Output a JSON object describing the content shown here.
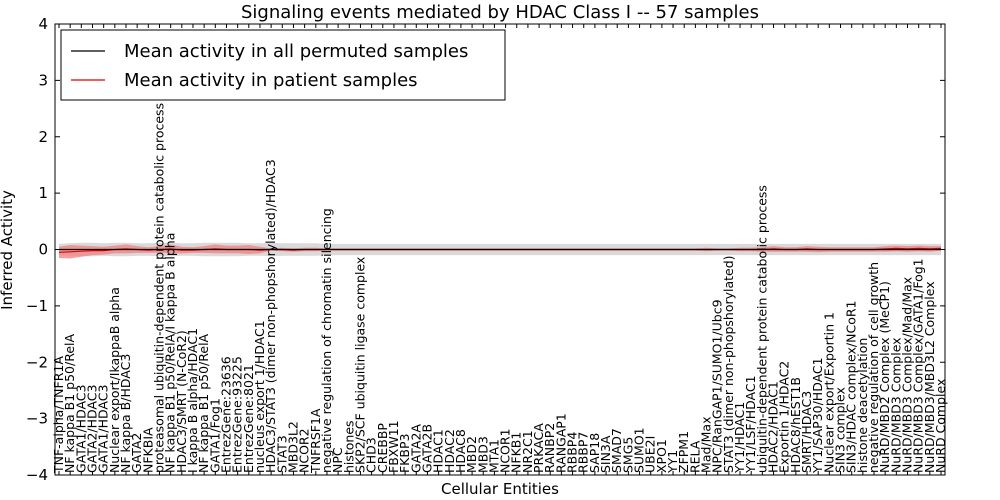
{
  "chart_data": {
    "type": "line",
    "title": "Signaling events mediated by HDAC Class I -- 57 samples",
    "xlabel": "Cellular Entities",
    "ylabel": "Inferred Activity",
    "ylim": [
      -4,
      4
    ],
    "yticks": [
      "−4",
      "−3",
      "−2",
      "−1",
      "0",
      "1",
      "2",
      "3",
      "4"
    ],
    "grid": false,
    "legend_position": "top-left",
    "colors": {
      "permuted_line": "#000000",
      "permuted_band": "#d3d3d3",
      "patient_line": "#e00000",
      "patient_band": "#f08080"
    },
    "categories": [
      "TNF-alpha/TNFR1A",
      "NF kappa B1 p50/RelA",
      "GATA1/HDAC3",
      "GATA2/HDAC3",
      "GATA1/HDAC3",
      "Nuclear export/IkappaB alpha",
      "NF kappa B/HDAC3",
      "GATA2",
      "NFKBIA",
      "proteasomal ubiquitin-dependent protein catabolic process",
      "NF kappa B1 p50/RelA/I kappa B alpha",
      "HDAC3/SMRT (N-CoR2)",
      "I kappa B alpha/HDAC1",
      "NF kappa B1 p50/RelA",
      "GATA1/Fog1",
      "EntrezGene:23636",
      "EntrezGene:93225",
      "EntrezGene:8021",
      "nucleus export 1/HDAC1",
      "HDAC3/STAT3 (dimer non-phopshorylated)/HDAC3",
      "STAT3",
      "MBD3L2",
      "NCOR2",
      "TNFRSF1A",
      "negative regulation of chromatin silencing",
      "NPC",
      "histones",
      "SKP2/SCF ubiquitin ligase complex",
      "CHD3",
      "CREBBP",
      "FBXW11",
      "FKBP3",
      "GATA2A",
      "GATA2B",
      "HDAC1",
      "HDAC2",
      "HDAC8",
      "MBD2",
      "MBD3",
      "MTA1",
      "NCOR1",
      "NFKB1",
      "NR2C1",
      "PRKACA",
      "RANBP2",
      "RANGAP1",
      "RBBP4",
      "RBBP7",
      "SAP18",
      "SIN3A",
      "SMAD7",
      "SMG5",
      "SUMO1",
      "UBE2I",
      "XPO1",
      "YY1",
      "ZFPM1",
      "RELA",
      "Mad/Max",
      "NPC/RanGAP1/SUMO1/Ubc9",
      "STAT3 (dimer non-phopshorylated)",
      "YY1/HDAC1",
      "YY1/LSF/HDAC1",
      "ubiquitin-dependent protein catabolic process",
      "HDAC2/HDAC1",
      "Exportin 1/HDAC2",
      "HDAC8/hEST1B",
      "SMRT/HDAC3",
      "YY1/SAP30/HDAC1",
      "Nuclear export/Exportin 1",
      "SIN3 complex",
      "SIN3/HDAC complex/NCoR1",
      "histone deacetylation",
      "negative regulation of cell growth",
      "NuRD/MBD2 Complex (MeCP1)",
      "NuRD/MBD3 Complex",
      "NuRD/MBD3 Complex/Mad/Max",
      "NuRD/MBD3 Complex/GATA1/Fog1",
      "NuRD/MBD3/MBD3L2 Complex",
      "NuRD Complex"
    ],
    "x": [
      0,
      0.6
    ],
    "series": [
      {
        "name": "Mean activity in all permuted samples",
        "values": [
          0,
          0,
          0,
          0,
          0,
          0,
          0,
          0,
          0,
          0,
          0,
          0,
          0,
          0,
          0,
          0,
          0,
          0,
          0,
          0,
          0,
          0,
          0,
          0,
          0,
          0,
          0,
          0,
          0,
          0,
          0,
          0,
          0,
          0,
          0,
          0,
          0,
          0,
          0,
          0,
          0,
          0,
          0,
          0,
          0,
          0,
          0,
          0,
          0,
          0,
          0,
          0,
          0,
          0,
          0,
          0,
          0,
          0,
          0,
          0,
          0,
          0,
          0,
          0,
          0,
          0,
          0,
          0,
          0,
          0,
          0,
          0,
          0,
          0,
          0,
          0,
          0,
          0,
          0,
          0
        ],
        "band": [
          0.1,
          0.11,
          0.12,
          0.12,
          0.11,
          0.12,
          0.12,
          0.11,
          0.11,
          0.12,
          0.12,
          0.11,
          0.11,
          0.12,
          0.12,
          0.12,
          0.12,
          0.11,
          0.11,
          0.12,
          0.11,
          0.11,
          0.11,
          0.11,
          0.1,
          0.1,
          0.1,
          0.1,
          0.1,
          0.1,
          0.1,
          0.1,
          0.1,
          0.1,
          0.1,
          0.1,
          0.1,
          0.1,
          0.1,
          0.1,
          0.1,
          0.1,
          0.1,
          0.1,
          0.1,
          0.1,
          0.1,
          0.1,
          0.1,
          0.1,
          0.1,
          0.1,
          0.1,
          0.1,
          0.1,
          0.1,
          0.1,
          0.1,
          0.1,
          0.1,
          0.1,
          0.1,
          0.1,
          0.1,
          0.1,
          0.1,
          0.1,
          0.1,
          0.1,
          0.1,
          0.1,
          0.1,
          0.1,
          0.1,
          0.1,
          0.1,
          0.1,
          0.1,
          0.1,
          0.1
        ]
      },
      {
        "name": "Mean activity in patient samples",
        "values": [
          -0.05,
          -0.04,
          -0.03,
          -0.02,
          -0.02,
          0.0,
          0.01,
          0.0,
          -0.01,
          0.0,
          0.01,
          -0.01,
          -0.01,
          0.0,
          0.01,
          0.0,
          0.0,
          0.0,
          -0.01,
          0.0,
          0.0,
          -0.01,
          0.0,
          0.0,
          0.0,
          0.0,
          0.0,
          0.0,
          0.0,
          0.0,
          0.0,
          0.0,
          0.0,
          0.0,
          0.0,
          0.0,
          0.0,
          0.0,
          0.0,
          0.0,
          0.0,
          0.0,
          0.0,
          0.0,
          0.0,
          0.0,
          0.0,
          0.0,
          0.0,
          0.0,
          0.0,
          0.0,
          0.0,
          0.0,
          0.0,
          0.0,
          0.0,
          0.0,
          0.0,
          0.0,
          0.0,
          0.0,
          0.0,
          0.0,
          0.01,
          0.0,
          0.0,
          0.01,
          0.0,
          0.0,
          0.0,
          0.0,
          0.0,
          0.0,
          0.01,
          0.02,
          0.01,
          0.02,
          0.01,
          0.02
        ],
        "band": [
          0.1,
          0.12,
          0.1,
          0.08,
          0.07,
          0.07,
          0.08,
          0.06,
          0.05,
          0.06,
          0.08,
          0.06,
          0.05,
          0.06,
          0.08,
          0.07,
          0.07,
          0.08,
          0.06,
          0.02,
          0.03,
          0.03,
          0.03,
          0.03,
          0.02,
          0.02,
          0.02,
          0.02,
          0.02,
          0.02,
          0.02,
          0.02,
          0.02,
          0.02,
          0.02,
          0.02,
          0.02,
          0.02,
          0.02,
          0.02,
          0.02,
          0.02,
          0.02,
          0.02,
          0.02,
          0.02,
          0.02,
          0.02,
          0.02,
          0.02,
          0.02,
          0.02,
          0.02,
          0.02,
          0.02,
          0.02,
          0.02,
          0.02,
          0.03,
          0.02,
          0.02,
          0.03,
          0.03,
          0.04,
          0.05,
          0.04,
          0.04,
          0.05,
          0.05,
          0.04,
          0.04,
          0.04,
          0.04,
          0.04,
          0.05,
          0.05,
          0.05,
          0.05,
          0.05,
          0.04
        ]
      }
    ]
  }
}
